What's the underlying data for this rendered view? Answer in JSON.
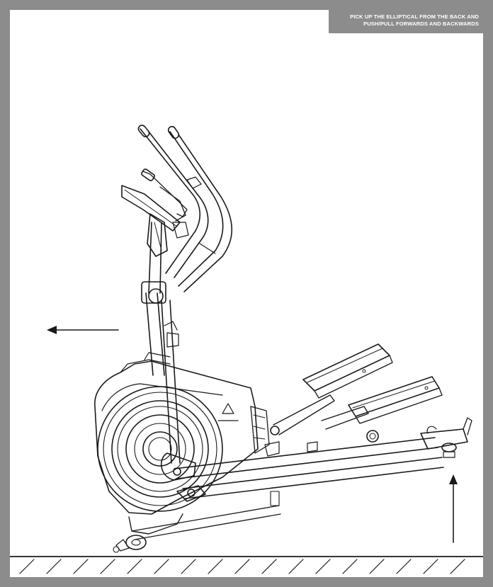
{
  "instruction": {
    "line1": "PICK UP THE ELLIPTICAL FROM THE BACK AND",
    "line2": "PUSH/PULL FORWARDS AND BACKWARDS"
  },
  "colors": {
    "frame": "#8c8c8c",
    "panel": "#ffffff",
    "line_art": "#1a1a1a"
  },
  "icons": {
    "direction_forward": "arrow-left-icon",
    "lift_point": "arrow-up-icon",
    "machine": "elliptical-trainer-illustration",
    "floor": "floor-hatching"
  }
}
